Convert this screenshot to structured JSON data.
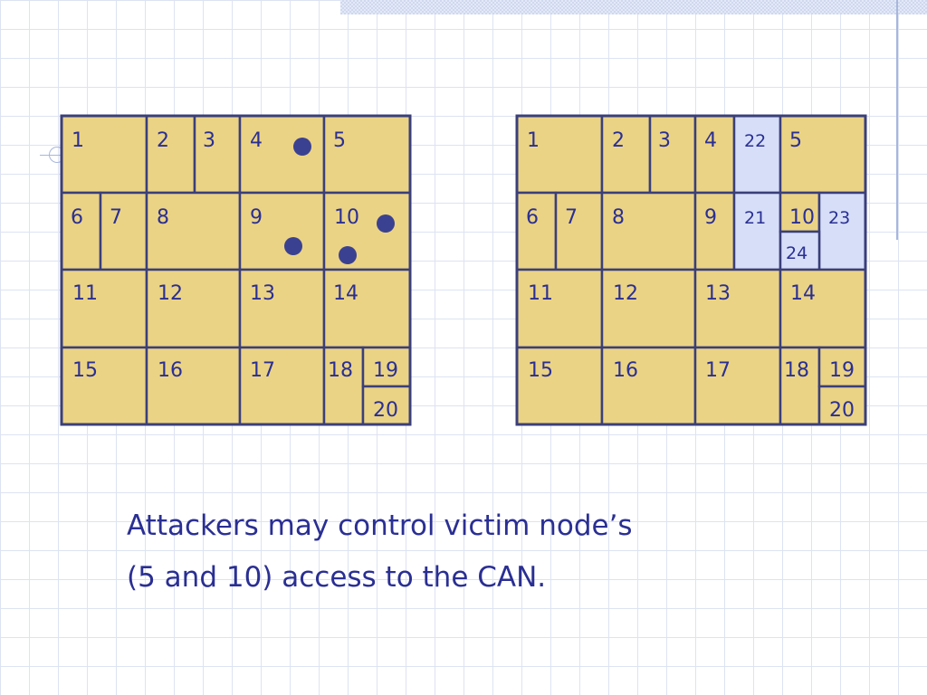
{
  "panels": [
    {
      "id": "before",
      "zones": [
        {
          "label": "1"
        },
        {
          "label": "2"
        },
        {
          "label": "3"
        },
        {
          "label": "4"
        },
        {
          "label": "5"
        },
        {
          "label": "6"
        },
        {
          "label": "7"
        },
        {
          "label": "8"
        },
        {
          "label": "9"
        },
        {
          "label": "10"
        },
        {
          "label": "11"
        },
        {
          "label": "12"
        },
        {
          "label": "13"
        },
        {
          "label": "14"
        },
        {
          "label": "15"
        },
        {
          "label": "16"
        },
        {
          "label": "17"
        },
        {
          "label": "18"
        },
        {
          "label": "19"
        },
        {
          "label": "20"
        }
      ],
      "attackers": 4
    },
    {
      "id": "after",
      "zones": [
        {
          "label": "1"
        },
        {
          "label": "2"
        },
        {
          "label": "3"
        },
        {
          "label": "4"
        },
        {
          "label": "22",
          "new": true
        },
        {
          "label": "5"
        },
        {
          "label": "6"
        },
        {
          "label": "7"
        },
        {
          "label": "8"
        },
        {
          "label": "9"
        },
        {
          "label": "21",
          "new": true
        },
        {
          "label": "10"
        },
        {
          "label": "23",
          "new": true
        },
        {
          "label": "24",
          "new": true
        },
        {
          "label": "11"
        },
        {
          "label": "12"
        },
        {
          "label": "13"
        },
        {
          "label": "14"
        },
        {
          "label": "15"
        },
        {
          "label": "16"
        },
        {
          "label": "17"
        },
        {
          "label": "18"
        },
        {
          "label": "19"
        },
        {
          "label": "20"
        }
      ]
    }
  ],
  "caption": {
    "line1": "Attackers may control victim node’s",
    "line2": "(5 and 10) access to the CAN."
  },
  "colors": {
    "zone_fill": "#ebd385",
    "new_zone_fill": "#d6def8",
    "border": "#3a3f7a",
    "text": "#2a2f93",
    "attacker": "#3b4191"
  }
}
